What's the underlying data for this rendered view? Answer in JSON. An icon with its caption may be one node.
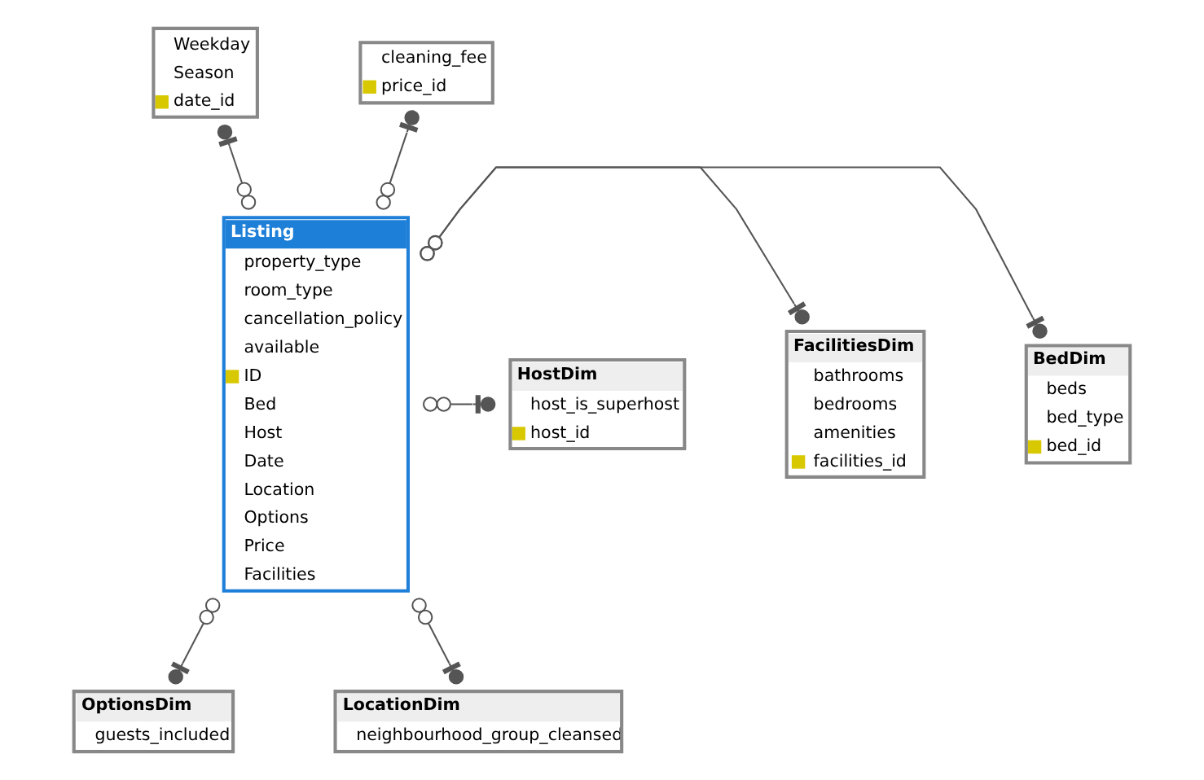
{
  "diagram": {
    "nodes": [
      {
        "text": [
          "Weekday",
          "Season",
          "date_id"
        ]
      },
      {
        "text": [
          "cleaning_fee",
          "price_id"
        ]
      },
      {
        "text": [
          "BedDim",
          "beds",
          "bed_type",
          "bed_id"
        ]
      },
      {
        "text": [
          "Listing",
          "property_type",
          "room_type",
          "cancellation_policy",
          "available",
          "ID",
          "Bed",
          "Host",
          "Date",
          "Location",
          "Options",
          "Price",
          "Facilities"
        ]
      },
      {
        "text": [
          "FacilitiesDim",
          "bathrooms",
          "bedrooms",
          "amenities",
          "facilities_id"
        ]
      },
      {
        "text": [
          "HostDim",
          "host_is_superhost",
          "host_id"
        ]
      },
      {
        "text": [
          "OptionsDim",
          "guests_included"
        ]
      },
      {
        "text": [
          "LocationDim",
          "neighbourhood_group_cleansed"
        ]
      }
    ],
    "edges": [
      {
        "from": 3,
        "to": 0,
        "arrow": "other"
      },
      {
        "from": 3,
        "to": 1,
        "arrow": "other"
      },
      {
        "from": 3,
        "to": 2,
        "arrow": "other"
      },
      {
        "from": 3,
        "to": 4,
        "arrow": "other"
      },
      {
        "from": 3,
        "to": 5,
        "arrow": "other"
      },
      {
        "from": 3,
        "to": 6,
        "arrow": "other"
      },
      {
        "from": 3,
        "to": 7,
        "arrow": "other"
      }
    ]
  }
}
